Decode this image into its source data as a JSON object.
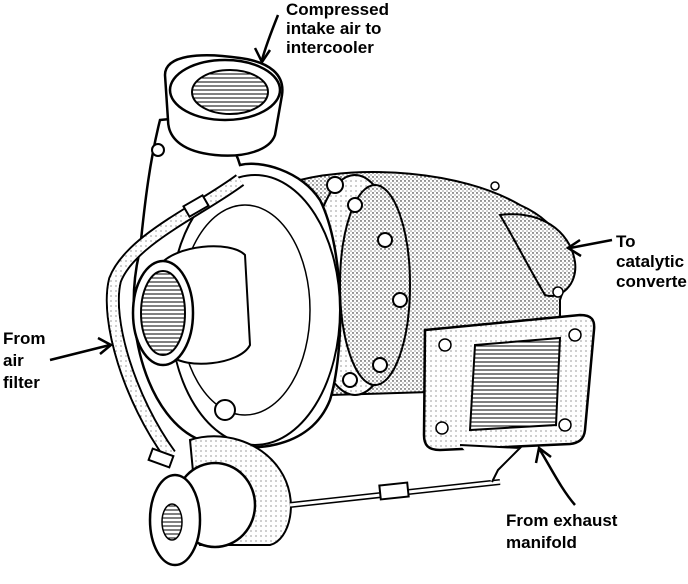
{
  "labels": {
    "compressed": "Compressed\nintake air to\nintercooler",
    "catalytic": "To\ncatalytic\nconverter",
    "air_filter": "From\nair\nfilter",
    "exhaust": "From exhaust\nmanifold"
  }
}
